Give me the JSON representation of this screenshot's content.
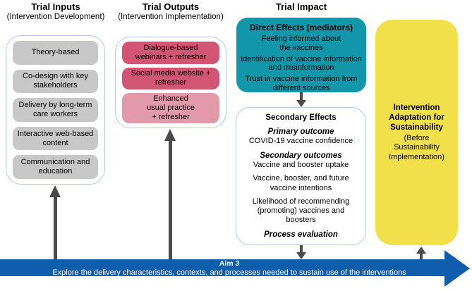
{
  "inputs": {
    "title": "Trial Inputs",
    "subtitle": "(Intervention Development)",
    "items": [
      "Theory-based",
      "Co-design with key stakeholders",
      "Delivery by long-term care workers",
      "Interactive web-based content",
      "Communication and education"
    ]
  },
  "outputs": {
    "title": "Trial Outputs",
    "subtitle": "(Intervention Implementation)",
    "items": [
      "Dialogue-based\nwebinars + refresher",
      "Social media website +\nrefresher",
      "Enhanced\nusual practice\n+ refresher"
    ]
  },
  "impact": {
    "heading": "Trial Impact",
    "direct": {
      "title": "Direct Effects (mediators)",
      "items": [
        "Feeling informed about\nthe vaccines",
        "Identification of vaccine information\nand misinformation",
        "Trust in vaccine information from\ndifferent sources"
      ]
    },
    "secondary": {
      "title": "Secondary Effects",
      "primary_outcome_heading": "Primary outcome",
      "primary_outcome": "COVID-19 vaccine confidence",
      "secondary_outcomes_heading": "Secondary outcomes",
      "secondary_outcomes": [
        "Vaccine and booster uptake",
        "Vaccine, booster, and future\nvaccine intentions",
        "Likelihood of recommending\n(promoting) vaccines and\nboosters"
      ],
      "process_heading": "Process evaluation"
    }
  },
  "adaptation": {
    "title": "Intervention\nAdaptation for\nSustainability",
    "subtitle": "(Before\nSustainability\nImplementation)"
  },
  "aim_banner": {
    "title": "Aim 3",
    "description": "Explore the delivery characteristics, contexts, and processes needed to sustain use of the interventions"
  },
  "colors": {
    "teal": "#1296aa",
    "yellow": "#f2e04a",
    "blue": "#0f5dad",
    "pink_dark": "#d25573",
    "pink_light": "#e29aaa",
    "gray_box": "#c8c8c8",
    "arrow_gray": "#4a4a4a",
    "panel_border": "#b6c9e8",
    "band_text": "#ffffff"
  }
}
